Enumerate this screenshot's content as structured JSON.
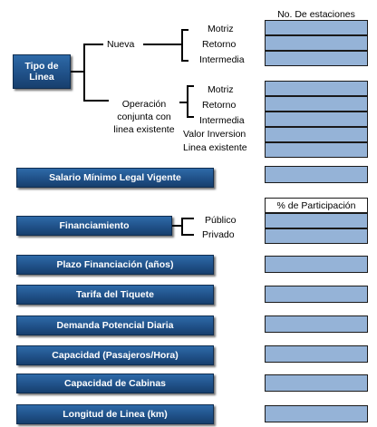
{
  "header": {
    "stations_label": "No. De estaciones",
    "participation_label": "% de Participación"
  },
  "line_type": {
    "button_label": "Tipo de\nLinea",
    "new": {
      "label": "Nueva",
      "options": [
        "Motriz",
        "Retorno",
        "Intermedia"
      ]
    },
    "joint": {
      "label": "Operación\nconjunta con\nlinea existente",
      "options": [
        "Motriz",
        "Retorno",
        "Intermedia",
        "Valor Inversion",
        "Linea existente"
      ]
    }
  },
  "salary": {
    "button_label": "Salario Mínimo Legal Vigente"
  },
  "financing": {
    "button_label": "Financiamiento",
    "options": [
      "Público",
      "Privado"
    ]
  },
  "term": {
    "button_label": "Plazo Financiación (años)"
  },
  "fare": {
    "button_label": "Tarifa del Tiquete"
  },
  "demand": {
    "button_label": "Demanda Potencial Diaria"
  },
  "capacity": {
    "button_label": "Capacidad (Pasajeros/Hora)"
  },
  "cabins": {
    "button_label": "Capacidad de Cabinas"
  },
  "length": {
    "button_label": "Longitud de Linea (km)"
  },
  "colors": {
    "button_fill": "#1f4f86",
    "field_fill": "#95b3d7",
    "text": "#000000"
  }
}
